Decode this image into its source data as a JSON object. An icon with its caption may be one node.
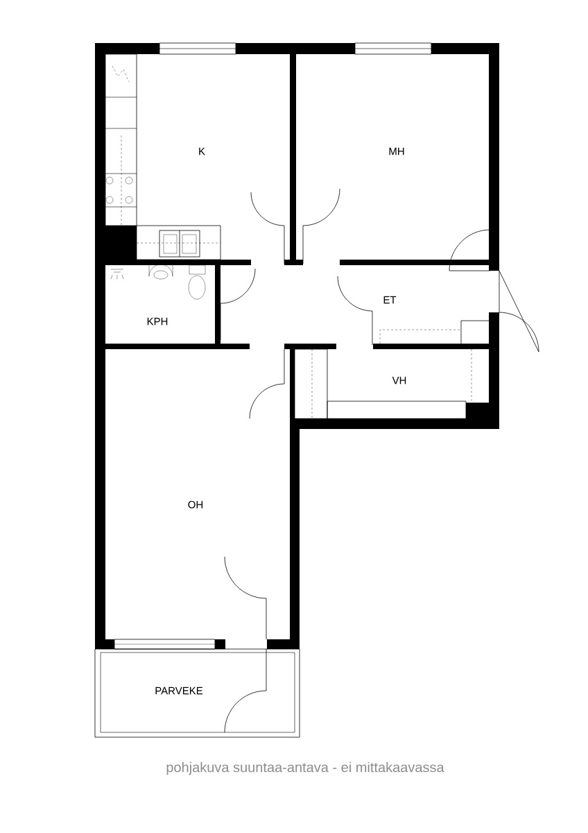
{
  "diagram": {
    "labels": [
      "K",
      "MH",
      "KPH",
      "ET",
      "VH",
      "OH",
      "PARVEKE",
      "pohjakuva suuntaa-antava - ei mittakaavassa"
    ]
  }
}
